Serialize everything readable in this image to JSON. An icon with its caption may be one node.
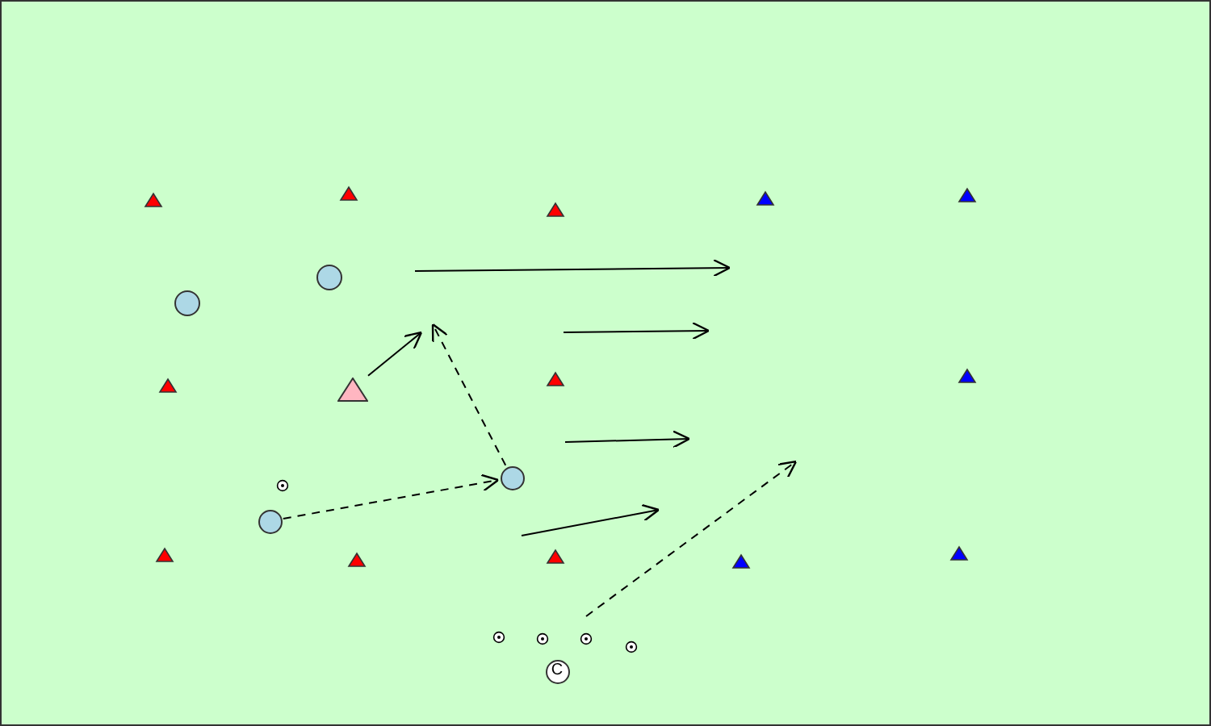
{
  "diagram": {
    "nodes": [
      {
        "text": [
          "C"
        ]
      },
      {
        "text": [],
        "shape": "circle"
      },
      {
        "text": [],
        "shape": "circle"
      },
      {
        "text": [],
        "shape": "triangle"
      }
    ],
    "edges": [
      {
        "from": 1,
        "to": 2,
        "arrow": "to",
        "style": "dashed"
      },
      {
        "from": 3,
        "to": null,
        "arrow": "to"
      },
      {
        "from": 2,
        "to": null,
        "arrow": "to",
        "style": "dashed"
      }
    ]
  }
}
